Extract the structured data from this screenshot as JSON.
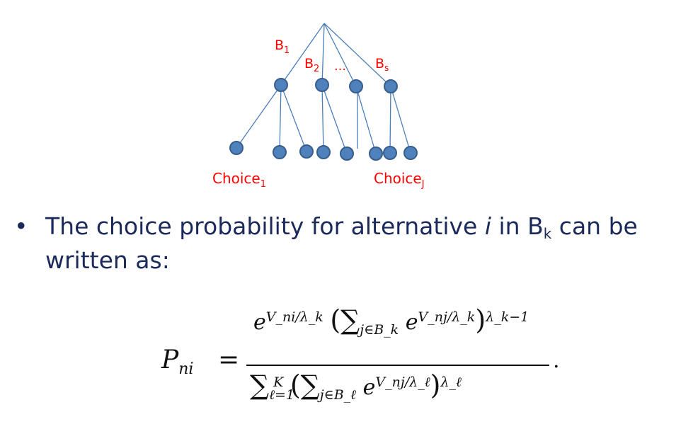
{
  "diagram": {
    "branch_labels": [
      {
        "main": "B",
        "sub": "1"
      },
      {
        "main": "B",
        "sub": "2"
      },
      {
        "main": "…",
        "sub": ""
      },
      {
        "main": "B",
        "sub": "s"
      }
    ],
    "choice_labels": [
      {
        "main": "Choice",
        "sub": "1"
      },
      {
        "main": "Choice",
        "sub": "J"
      }
    ],
    "colors": {
      "node_fill": "#4f81bd",
      "node_stroke": "#385d8a",
      "edge": "#4a7ebb",
      "label": "#ff0000"
    }
  },
  "bullet": {
    "marker": "•",
    "text_before": "The choice probability for alternative ",
    "italic_word": "i",
    "text_middle": " in B",
    "subscript": "k",
    "text_after": " can be written as:"
  },
  "formula": {
    "lhs": "P",
    "lhs_sub": "ni",
    "equals": "=",
    "numerator": {
      "exp_base": "e",
      "exp_power": "V_ni/λ_k",
      "sum_sub": "j∈B_k",
      "inner_power": "V_nj/λ_k",
      "outer_power": "λ_k−1"
    },
    "denominator": {
      "sum_sub": "ℓ=1",
      "sum_sup": "K",
      "inner_sum_sub": "j∈B_ℓ",
      "inner_power": "V_nj/λ_ℓ",
      "outer_power": "λ_ℓ"
    },
    "terminator": "."
  }
}
